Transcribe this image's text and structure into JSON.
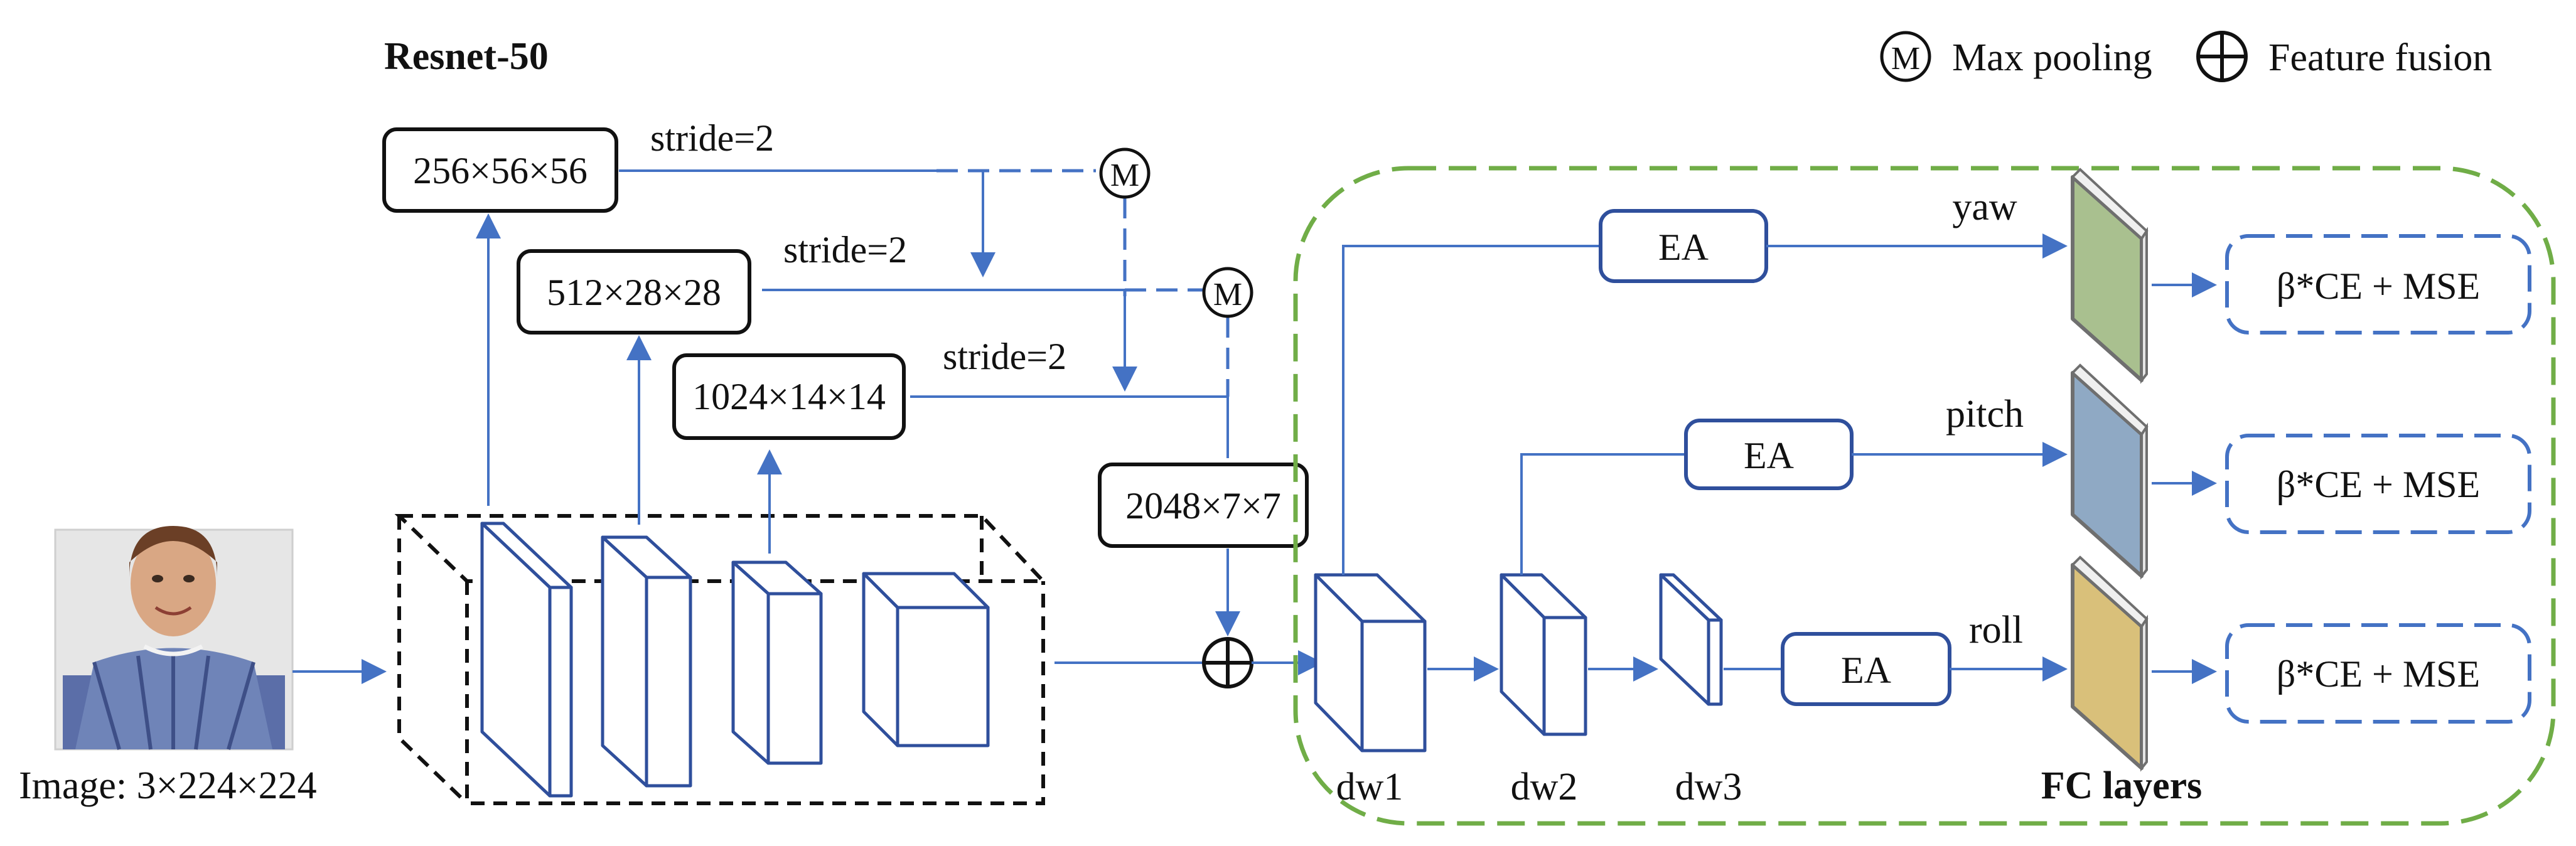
{
  "title": "Resnet-50",
  "legend": {
    "max_pooling_symbol": "M",
    "max_pooling_label": "Max pooling",
    "feature_fusion_label": "Feature fusion"
  },
  "input": {
    "label": "Image: 3×224×224"
  },
  "resnet_outputs": [
    {
      "label": "256×56×56",
      "stride": "stride=2"
    },
    {
      "label": "512×28×28",
      "stride": "stride=2"
    },
    {
      "label": "1024×14×14",
      "stride": "stride=2"
    },
    {
      "label": "2048×7×7"
    }
  ],
  "dw_blocks": [
    "dw1",
    "dw2",
    "dw3"
  ],
  "ea_label": "EA",
  "heads": [
    {
      "name": "yaw",
      "color": "#a9c08f",
      "loss": "β*CE + MSE"
    },
    {
      "name": "pitch",
      "color": "#8fa9c4",
      "loss": "β*CE + MSE"
    },
    {
      "name": "roll",
      "color": "#d9c07a",
      "loss": "β*CE + MSE"
    }
  ],
  "fc_label": "FC layers",
  "colors": {
    "arrow": "#4472c4",
    "block_border": "#2f4f9c",
    "head_frame": "#70ad47"
  }
}
